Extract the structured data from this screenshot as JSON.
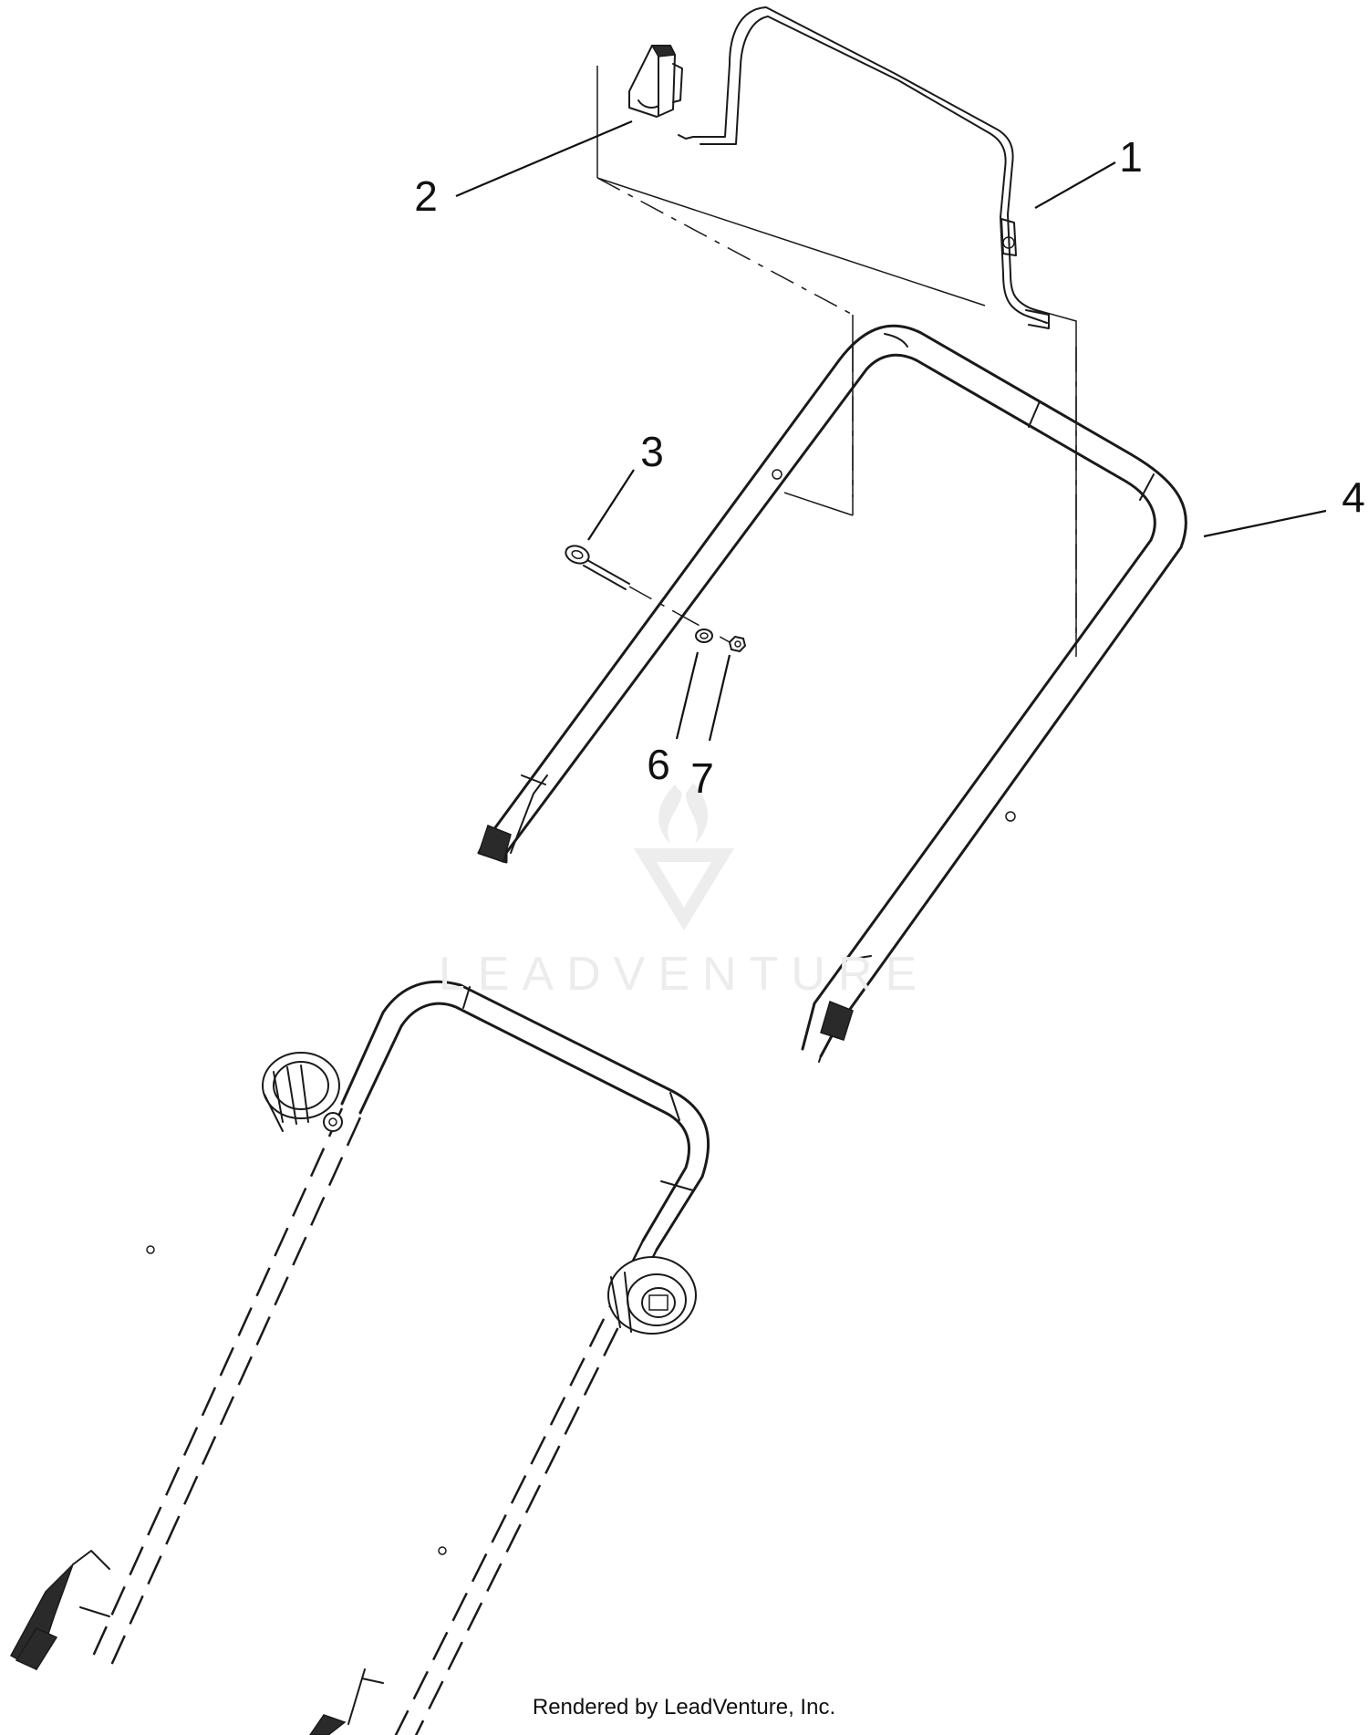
{
  "diagram": {
    "callouts": [
      {
        "id": "1",
        "label": "1"
      },
      {
        "id": "2",
        "label": "2"
      },
      {
        "id": "3",
        "label": "3"
      },
      {
        "id": "4",
        "label": "4"
      },
      {
        "id": "6",
        "label": "6"
      },
      {
        "id": "7",
        "label": "7"
      }
    ],
    "watermark": {
      "text": "LEADVENTURE",
      "icon": "leadventure-logo-icon"
    },
    "credit": "Rendered by LeadVenture, Inc."
  }
}
